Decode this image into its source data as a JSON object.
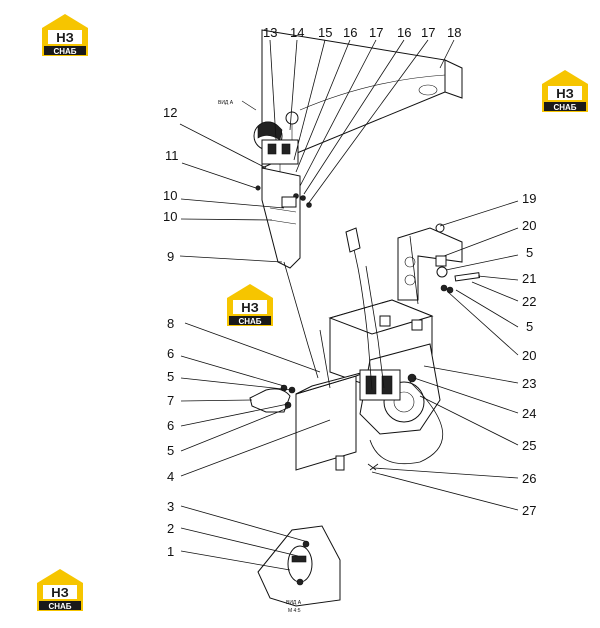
{
  "logo": {
    "mark": "НЗ",
    "caption": "СНАБ",
    "color_yellow": "#f6c500",
    "color_dark": "#1a1a1a"
  },
  "view_label_top": "ВИД А",
  "view_label_bottom": "ВИД А",
  "scale_label": "М 4:5",
  "callouts": [
    {
      "id": "c13",
      "text": "13"
    },
    {
      "id": "c14",
      "text": "14"
    },
    {
      "id": "c15",
      "text": "15"
    },
    {
      "id": "c16a",
      "text": "16"
    },
    {
      "id": "c17a",
      "text": "17"
    },
    {
      "id": "c16b",
      "text": "16"
    },
    {
      "id": "c17b",
      "text": "17"
    },
    {
      "id": "c18",
      "text": "18"
    },
    {
      "id": "c12",
      "text": "12"
    },
    {
      "id": "c11",
      "text": "11"
    },
    {
      "id": "c10a",
      "text": "10"
    },
    {
      "id": "c10b",
      "text": "10"
    },
    {
      "id": "c9",
      "text": "9"
    },
    {
      "id": "c19",
      "text": "19"
    },
    {
      "id": "c20a",
      "text": "20"
    },
    {
      "id": "c5a",
      "text": "5"
    },
    {
      "id": "c21",
      "text": "21"
    },
    {
      "id": "c22",
      "text": "22"
    },
    {
      "id": "c5b",
      "text": "5"
    },
    {
      "id": "c20b",
      "text": "20"
    },
    {
      "id": "c8",
      "text": "8"
    },
    {
      "id": "c6a",
      "text": "6"
    },
    {
      "id": "c5c",
      "text": "5"
    },
    {
      "id": "c7",
      "text": "7"
    },
    {
      "id": "c6b",
      "text": "6"
    },
    {
      "id": "c5d",
      "text": "5"
    },
    {
      "id": "c4",
      "text": "4"
    },
    {
      "id": "c23",
      "text": "23"
    },
    {
      "id": "c24",
      "text": "24"
    },
    {
      "id": "c25",
      "text": "25"
    },
    {
      "id": "c26",
      "text": "26"
    },
    {
      "id": "c27",
      "text": "27"
    },
    {
      "id": "c3",
      "text": "3"
    },
    {
      "id": "c2",
      "text": "2"
    },
    {
      "id": "c1",
      "text": "1"
    }
  ]
}
